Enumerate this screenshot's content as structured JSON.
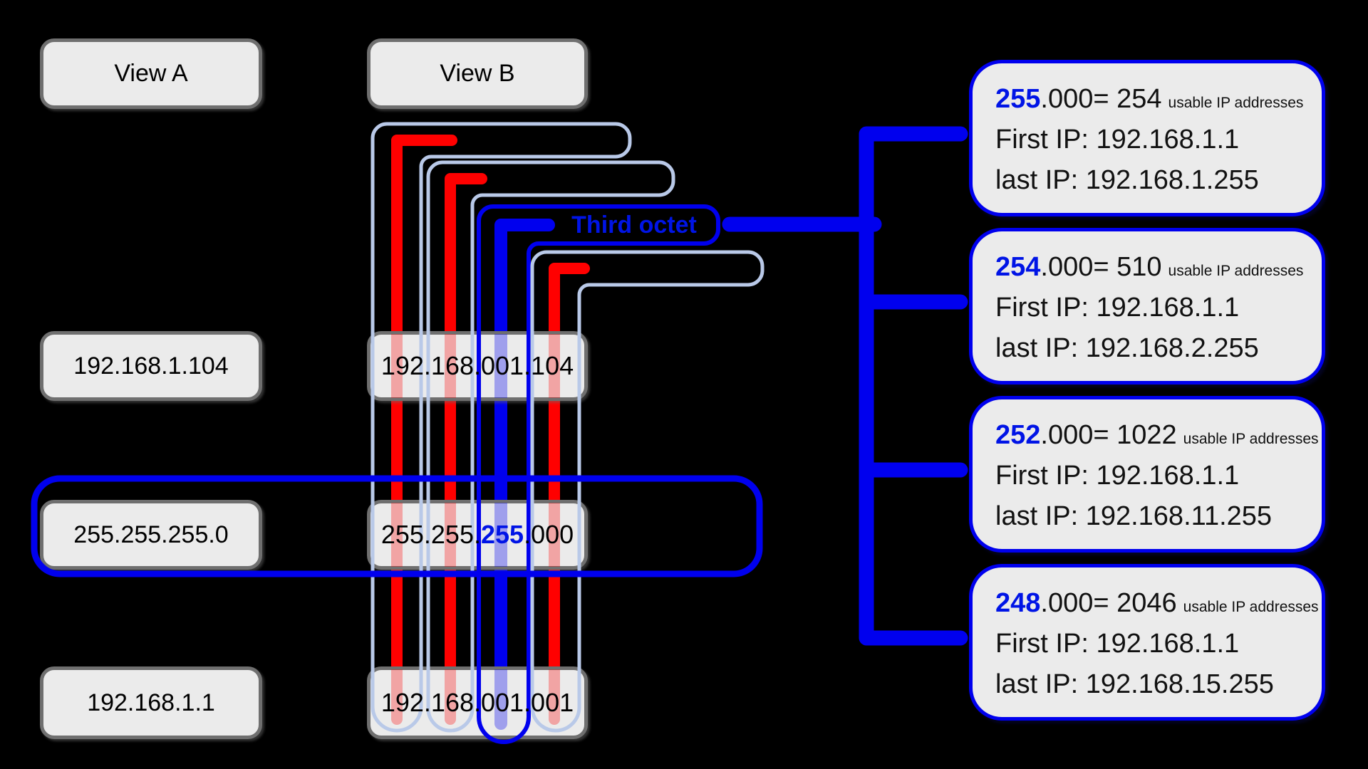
{
  "palette": {
    "background": "#000000",
    "red_line": "#ff0000",
    "blue_line": "#0000ee",
    "tube_outline": "#b9c9e8",
    "box_fill": "#ebebeb",
    "gray_border": "#6f6f6f",
    "highlight_text": "#0014e6"
  },
  "headers": {
    "view_a": "View A",
    "view_b": "View B"
  },
  "view_a_rows": [
    {
      "label": "192.168.1.104"
    },
    {
      "label": "255.255.255.0"
    },
    {
      "label": "192.168.1.1"
    }
  ],
  "view_b_rows": [
    {
      "pre": "192.168.001.104",
      "highlight": "",
      "post": ""
    },
    {
      "pre": "255.255.",
      "highlight": "255",
      "post": ".000"
    },
    {
      "pre": "192.168.001.001",
      "highlight": "",
      "post": ""
    }
  ],
  "third_octet_label": "Third octet",
  "subnet_boxes": [
    {
      "octet": "255",
      "equation": ".000= 254",
      "note": "usable IP addresses",
      "first_ip": "First IP: 192.168.1.1",
      "last_ip": "last IP: 192.168.1.255"
    },
    {
      "octet": "254",
      "equation": ".000= 510",
      "note": "usable IP addresses",
      "first_ip": "First IP: 192.168.1.1",
      "last_ip": "last IP: 192.168.2.255"
    },
    {
      "octet": "252",
      "equation": ".000= 1022",
      "note": "usable IP addresses",
      "first_ip": "First IP: 192.168.1.1",
      "last_ip": "last IP: 192.168.11.255"
    },
    {
      "octet": "248",
      "equation": ".000= 2046",
      "note": "usable IP addresses",
      "first_ip": "First IP: 192.168.1.1",
      "last_ip": "last IP: 192.168.15.255"
    }
  ]
}
